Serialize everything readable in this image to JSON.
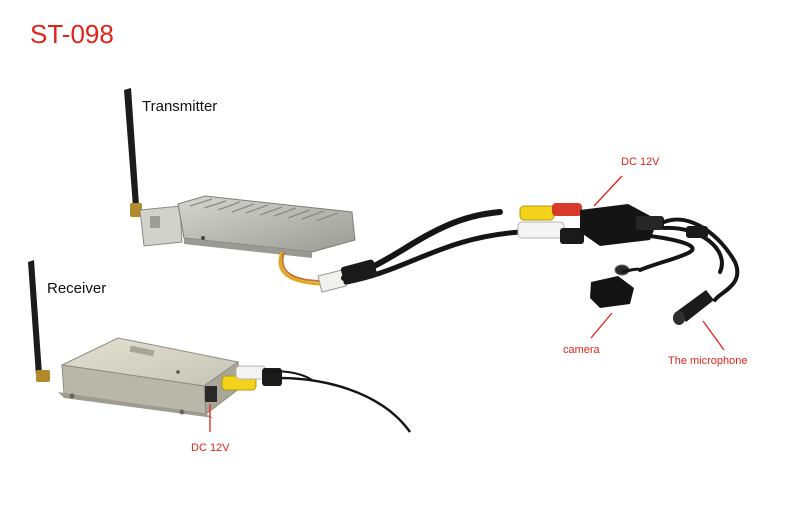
{
  "model": "ST-098",
  "labels": {
    "transmitter": "Transmitter",
    "receiver": "Receiver",
    "dc_top": "DC 12V",
    "dc_bottom": "DC 12V",
    "camera": "camera",
    "microphone": "The microphone"
  },
  "colors": {
    "title": "#e2231a",
    "callout": "#e2231a",
    "label": "#111111",
    "device_body": "#c9c9c2",
    "antenna": "#1a1a1a",
    "cable": "#151515",
    "rca_yellow": "#f2d21b",
    "rca_white": "#f4f4f4",
    "rca_red": "#d83a2a"
  }
}
